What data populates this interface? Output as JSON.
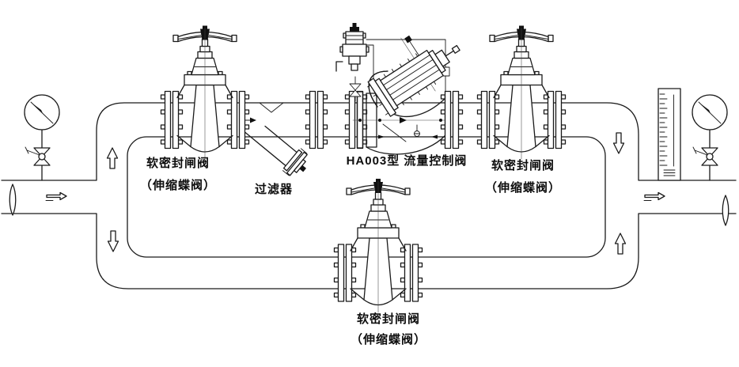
{
  "diagram": {
    "type": "piping-installation-schematic",
    "flow_direction": "left-to-right",
    "labels": {
      "gate_valve_left": {
        "line1": "软密封闸阀",
        "line2": "（伸缩蝶阀）"
      },
      "strainer": "过滤器",
      "control_valve": "HA003型 流量控制阀",
      "gate_valve_right": {
        "line1": "软密封闸阀",
        "line2": "（伸缩蝶阀）"
      },
      "gate_valve_bypass": {
        "line1": "软密封闸阀",
        "line2": "（伸缩蝶阀）"
      }
    },
    "components": [
      "pressure-gauge-left",
      "needle-valve-left",
      "gate-valve-left",
      "y-strainer",
      "pilot-valve",
      "flow-control-valve",
      "gate-valve-right",
      "level-gauge",
      "pressure-gauge-right",
      "needle-valve-right",
      "gate-valve-bypass",
      "bypass-loop",
      "pipe-break-left",
      "pipe-break-right"
    ],
    "arrows": [
      "inlet-right",
      "riser-up-left",
      "riser-down-left",
      "riser-down-right",
      "riser-up-right",
      "outlet-right"
    ],
    "colors": {
      "line": "#1a1a1a",
      "background": "#ffffff"
    }
  }
}
